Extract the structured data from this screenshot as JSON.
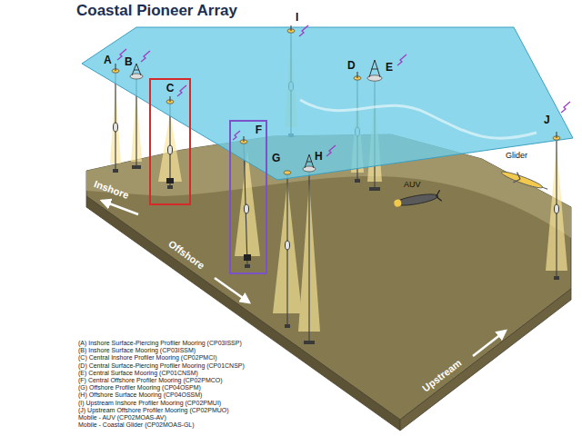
{
  "diagram": {
    "title": "Coastal Pioneer Array",
    "nodes": [
      {
        "text": [
          "C"
        ]
      },
      {
        "text": [
          "F"
        ]
      }
    ],
    "labels": [
      "A",
      "B",
      "D",
      "E",
      "G",
      "H",
      "I",
      "J",
      "Inshore",
      "Offshore",
      "Upstream",
      "AUV",
      "Glider",
      "(A) Inshore Surface-Piercing Profiler Mooring (CP03ISSP)",
      "(B) Inshore Surface Mooring (CP03ISSM)",
      "(C) Central Inshore Profiler Mooring (CP02PMCI)",
      "(D) Central Surface-Piercing Profiler Mooring (CP01CNSP)",
      "(E) Central Surface Mooring (CP01CNSM)",
      "(F) Central Offshore Profiler Mooring (CP02PMCO)",
      "(G) Offshore Profiler Mooring (CP04OSPM)",
      "(H) Offshore Surface Mooring (CP04OSSM)",
      "(I) Upstream Inshore Profiler Mooring (CP02PMUI)",
      "(J) Upstream Offshore Profiler Mooring (CP02PMUO)",
      "Mobile - AUV (CP02MOAS-AV)",
      "Mobile - Coastal Glider (CP02MOAS-GL)"
    ]
  }
}
